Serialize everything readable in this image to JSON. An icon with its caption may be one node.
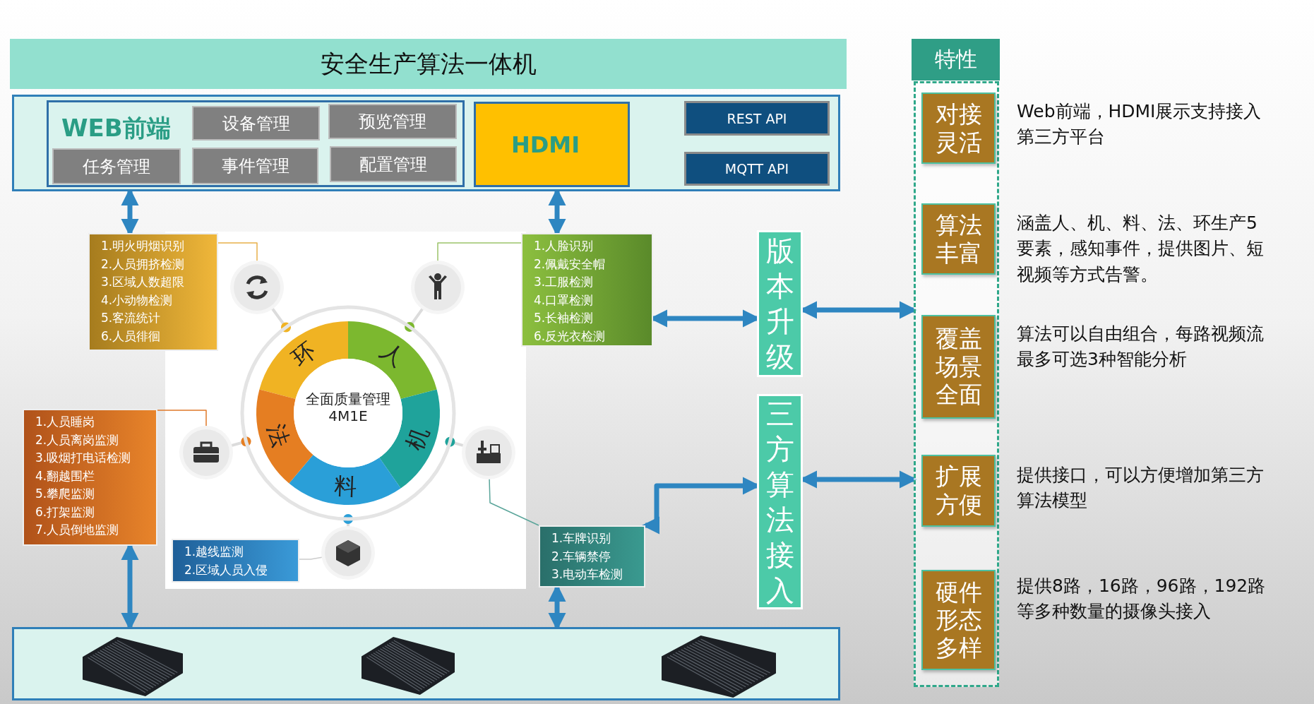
{
  "diagram": {
    "nodes": [
      {
        "text": [
          "安全生产算法一体机"
        ]
      },
      {
        "text": [],
        "shape": "box"
      },
      {
        "text": [
          "WEB前端"
        ],
        "in": 1
      },
      {
        "text": [
          "设备管理"
        ],
        "in": 2
      },
      {
        "text": [
          "预览管理"
        ],
        "in": 2
      },
      {
        "text": [
          "任务管理"
        ],
        "in": 2
      },
      {
        "text": [
          "事件管理"
        ],
        "in": 2
      },
      {
        "text": [
          "配置管理"
        ],
        "in": 2
      },
      {
        "text": [
          "HDMI"
        ],
        "in": 1
      },
      {
        "text": [
          "REST API"
        ],
        "in": 1
      },
      {
        "text": [
          "MQTT API"
        ],
        "in": 1
      },
      {
        "text": [
          "全面质量管理 4M1E",
          "环",
          "人",
          "机",
          "料",
          "法"
        ]
      },
      {
        "text": [
          "1.明火明烟识别",
          "2.人员拥挤检测",
          "3.区域人数超限",
          "4.小动物检测",
          "5.客流统计",
          "6.人员徘徊"
        ]
      },
      {
        "text": [
          "1.人脸识别",
          "2.佩戴安全帽",
          "3.工服检测",
          "4.口罩检测",
          "5.长袖检测",
          "6.反光衣检测"
        ]
      },
      {
        "text": [
          "1.人员睡岗",
          "2.人员离岗监测",
          "3.吸烟打电话检测",
          "4.翻越围栏",
          "5.攀爬监测",
          "6.打架监测",
          "7.人员倒地监测"
        ]
      },
      {
        "text": [
          "1.越线监测",
          "2.区域人员入侵"
        ]
      },
      {
        "text": [
          "1.车牌识别",
          "2.车辆禁停",
          "3.电动车检测"
        ]
      },
      {
        "text": [],
        "shape": "circle"
      },
      {
        "text": [],
        "shape": "circle"
      },
      {
        "text": [],
        "shape": "circle"
      },
      {
        "text": [],
        "shape": "circle"
      },
      {
        "text": [],
        "shape": "circle"
      },
      {
        "text": [],
        "shape": "box"
      },
      {
        "text": [],
        "shape": "picture",
        "in": 22
      },
      {
        "text": [],
        "shape": "picture",
        "in": 22
      },
      {
        "text": [],
        "shape": "picture",
        "in": 22
      },
      {
        "text": [
          "版本升级"
        ]
      },
      {
        "text": [
          "三方算法接入"
        ]
      },
      {
        "text": [
          "特性"
        ]
      },
      {
        "text": [],
        "shape": "box"
      },
      {
        "text": [
          "对接灵活"
        ],
        "in": 29,
        "beside": [
          "Web前端，HDMI展示支持接入第三方平台"
        ]
      },
      {
        "text": [
          "算法丰富"
        ],
        "in": 29,
        "beside": [
          "涵盖人、机、料、法、环生产5要素，感知事件，提供图片、短视频等方式告警。"
        ]
      },
      {
        "text": [
          "覆盖场景全面"
        ],
        "in": 29,
        "beside": [
          "算法可以自由组合，每路视频流最多可选3种智能分析"
        ]
      },
      {
        "text": [
          "扩展方便"
        ],
        "in": 29,
        "beside": [
          "提供接口，可以方便增加第三方算法模型"
        ]
      },
      {
        "text": [
          "硬件形态多样"
        ],
        "in": 29,
        "beside": [
          "提供8路，16路，96路，192路等多种数量的摄像头接入"
        ]
      }
    ],
    "edges": [
      {
        "from": 1,
        "to": 12,
        "arrow": "both"
      },
      {
        "from": 1,
        "to": 13,
        "arrow": "both"
      },
      {
        "from": 14,
        "to": 22,
        "arrow": "both"
      },
      {
        "from": 16,
        "to": 22,
        "arrow": "both"
      },
      {
        "from": 13,
        "to": 26,
        "arrow": "both"
      },
      {
        "from": 16,
        "to": 27,
        "arrow": "both"
      },
      {
        "from": 26,
        "to": 29,
        "arrow": "both"
      },
      {
        "from": 27,
        "to": 29,
        "arrow": "both"
      },
      {
        "from": 12,
        "to": 17,
        "arrow": "none",
        "color": "#e8b04a"
      },
      {
        "from": 13,
        "to": 18,
        "arrow": "none",
        "color": "#9cc46a"
      },
      {
        "from": 14,
        "to": 19,
        "arrow": "none",
        "color": "#e07a2a"
      },
      {
        "from": 16,
        "to": 20,
        "arrow": "none",
        "color": "#5aa59a"
      },
      {
        "from": 15,
        "to": 21,
        "arrow": "none",
        "color": "#cccccc"
      },
      {
        "from": 11,
        "to": 17,
        "arrow": "none",
        "color": "#dcdcdc"
      },
      {
        "from": 11,
        "to": 18,
        "arrow": "none",
        "color": "#dcdcdc"
      },
      {
        "from": 11,
        "to": 19,
        "arrow": "none",
        "color": "#dcdcdc"
      },
      {
        "from": 11,
        "to": 20,
        "arrow": "none",
        "color": "#dcdcdc"
      },
      {
        "from": 11,
        "to": 21,
        "arrow": "none",
        "color": "#dcdcdc"
      }
    ]
  }
}
